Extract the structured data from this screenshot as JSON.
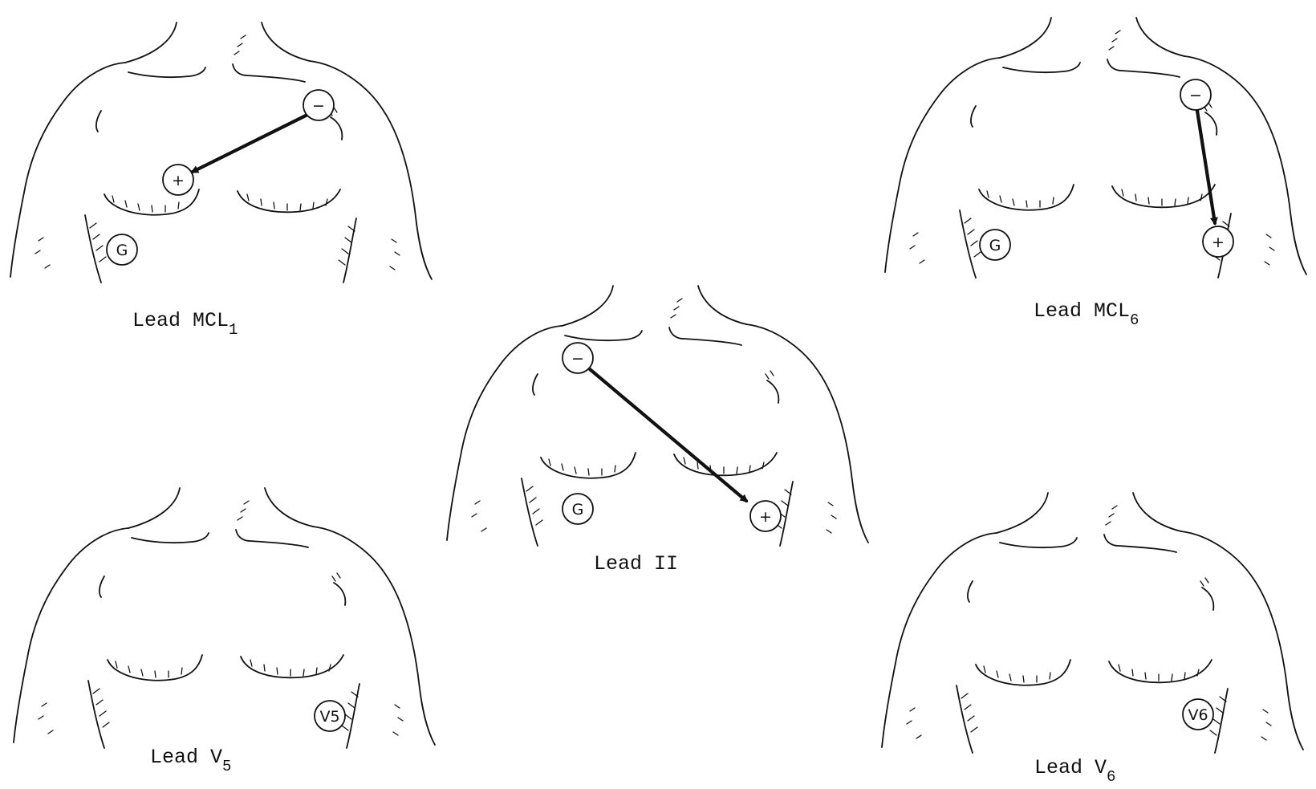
{
  "panels": [
    {
      "id": "mcl1",
      "caption": {
        "main": "Lead MCL",
        "sub": "1"
      },
      "electrodes": [
        {
          "id": "neg",
          "label": "−"
        },
        {
          "id": "pos",
          "label": "+"
        },
        {
          "id": "ground",
          "label": "G"
        }
      ]
    },
    {
      "id": "mcl6",
      "caption": {
        "main": "Lead MCL",
        "sub": "6"
      },
      "electrodes": [
        {
          "id": "neg",
          "label": "−"
        },
        {
          "id": "pos",
          "label": "+"
        },
        {
          "id": "ground",
          "label": "G"
        }
      ]
    },
    {
      "id": "lead2",
      "caption": {
        "main": "Lead II",
        "sub": ""
      },
      "electrodes": [
        {
          "id": "neg",
          "label": "−"
        },
        {
          "id": "pos",
          "label": "+"
        },
        {
          "id": "ground",
          "label": "G"
        }
      ]
    },
    {
      "id": "v5",
      "caption": {
        "main": "Lead V",
        "sub": "5"
      },
      "electrodes": [
        {
          "id": "v",
          "label": "V5"
        }
      ]
    },
    {
      "id": "v6",
      "caption": {
        "main": "Lead V",
        "sub": "6"
      },
      "electrodes": [
        {
          "id": "v",
          "label": "V6"
        }
      ]
    }
  ]
}
